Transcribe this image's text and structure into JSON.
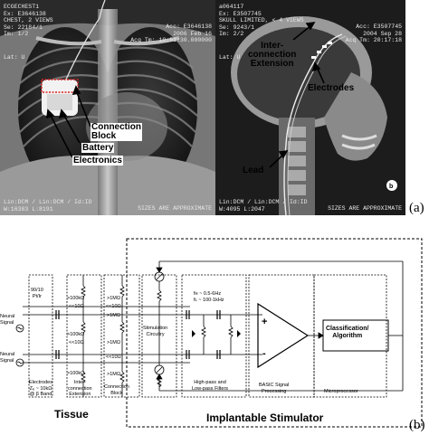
{
  "panel_a": {
    "tag": "(a)",
    "left_xray": {
      "header_lines": [
        "ECGECHEST1",
        "Ex: E3646138",
        "CHEST, 2 VIEWS",
        "Se: 22184/1",
        "Im: 1/2"
      ],
      "right_header_lines": [
        "Acc: E3646138",
        "2006 Feb 16",
        "Acq Tm: 10:51:30.000000"
      ],
      "lat": "Lat: U",
      "footer_left": [
        "Lin:DCM / Lin:DCM / Id:ID",
        "W:16383 L:8191"
      ],
      "footer_right": "SIZES ARE APPROXIMATE",
      "labels": {
        "connection_block": "Connection\nBlock",
        "battery": "Battery",
        "electronics": "Electronics"
      }
    },
    "right_xray": {
      "header_lines": [
        "a064117",
        "Ex: E3507745",
        "SKULL LIMITED, < 4 VIEWS",
        "Se: 9243/1",
        "Im: 2/2"
      ],
      "right_header_lines": [
        "Acc: E3507745",
        "2004 Sep 28",
        "Acq Tm: 20:17:18"
      ],
      "lat": "Lat: U",
      "footer_left": [
        "Lin:DCM / Lin:DCM / Id:ID",
        "W:4095 L:2047"
      ],
      "footer_right": "SIZES ARE APPROXIMATE",
      "labels": {
        "interconnection": "Inter-\nconnection\nExtension",
        "electrodes": "Electrodes",
        "lead": "Lead"
      }
    }
  },
  "panel_b": {
    "tag": "(b)",
    "tissue_label": "Tissue",
    "implant_label": "Implantable Stimulator",
    "electrodes": {
      "res": "90/10\nPt/Ir",
      "text": "Electrodes\nZₑ ~ 10kΩ\n@ β Band"
    },
    "interconnect": {
      "top": ">100kΩ",
      "mid": "<<10Ω",
      "bot": ">100kΩ",
      "bot2": "<<10Ω",
      "bot3": ">100kΩ",
      "text": "Inter-\nconnection\nExtension"
    },
    "connection_block": {
      "r1": ">1MΩ",
      "r2": "<<10Ω",
      "r3": ">1MΩ",
      "r4": ">1MΩ",
      "r5": "<<10Ω",
      "r6": ">1MΩ",
      "text": "Connection\nBlock"
    },
    "stim": "Stimulation\nCircuitry",
    "filter": {
      "spec": "fʜ ~ 0.5-6Hz\nfʟ ~ 100-1kHz",
      "text": "High-pass and\nLow-pass Filters"
    },
    "amp_plus": "+",
    "amp_minus": "-",
    "basic": "BASIC Signal\nProcessing",
    "classification": "Classification/\nAlgorithm",
    "microprocessor": "Microprocessor",
    "neural_signal_1": "Neural\nSignal",
    "neural_signal_2": "Neural\nSignal"
  }
}
